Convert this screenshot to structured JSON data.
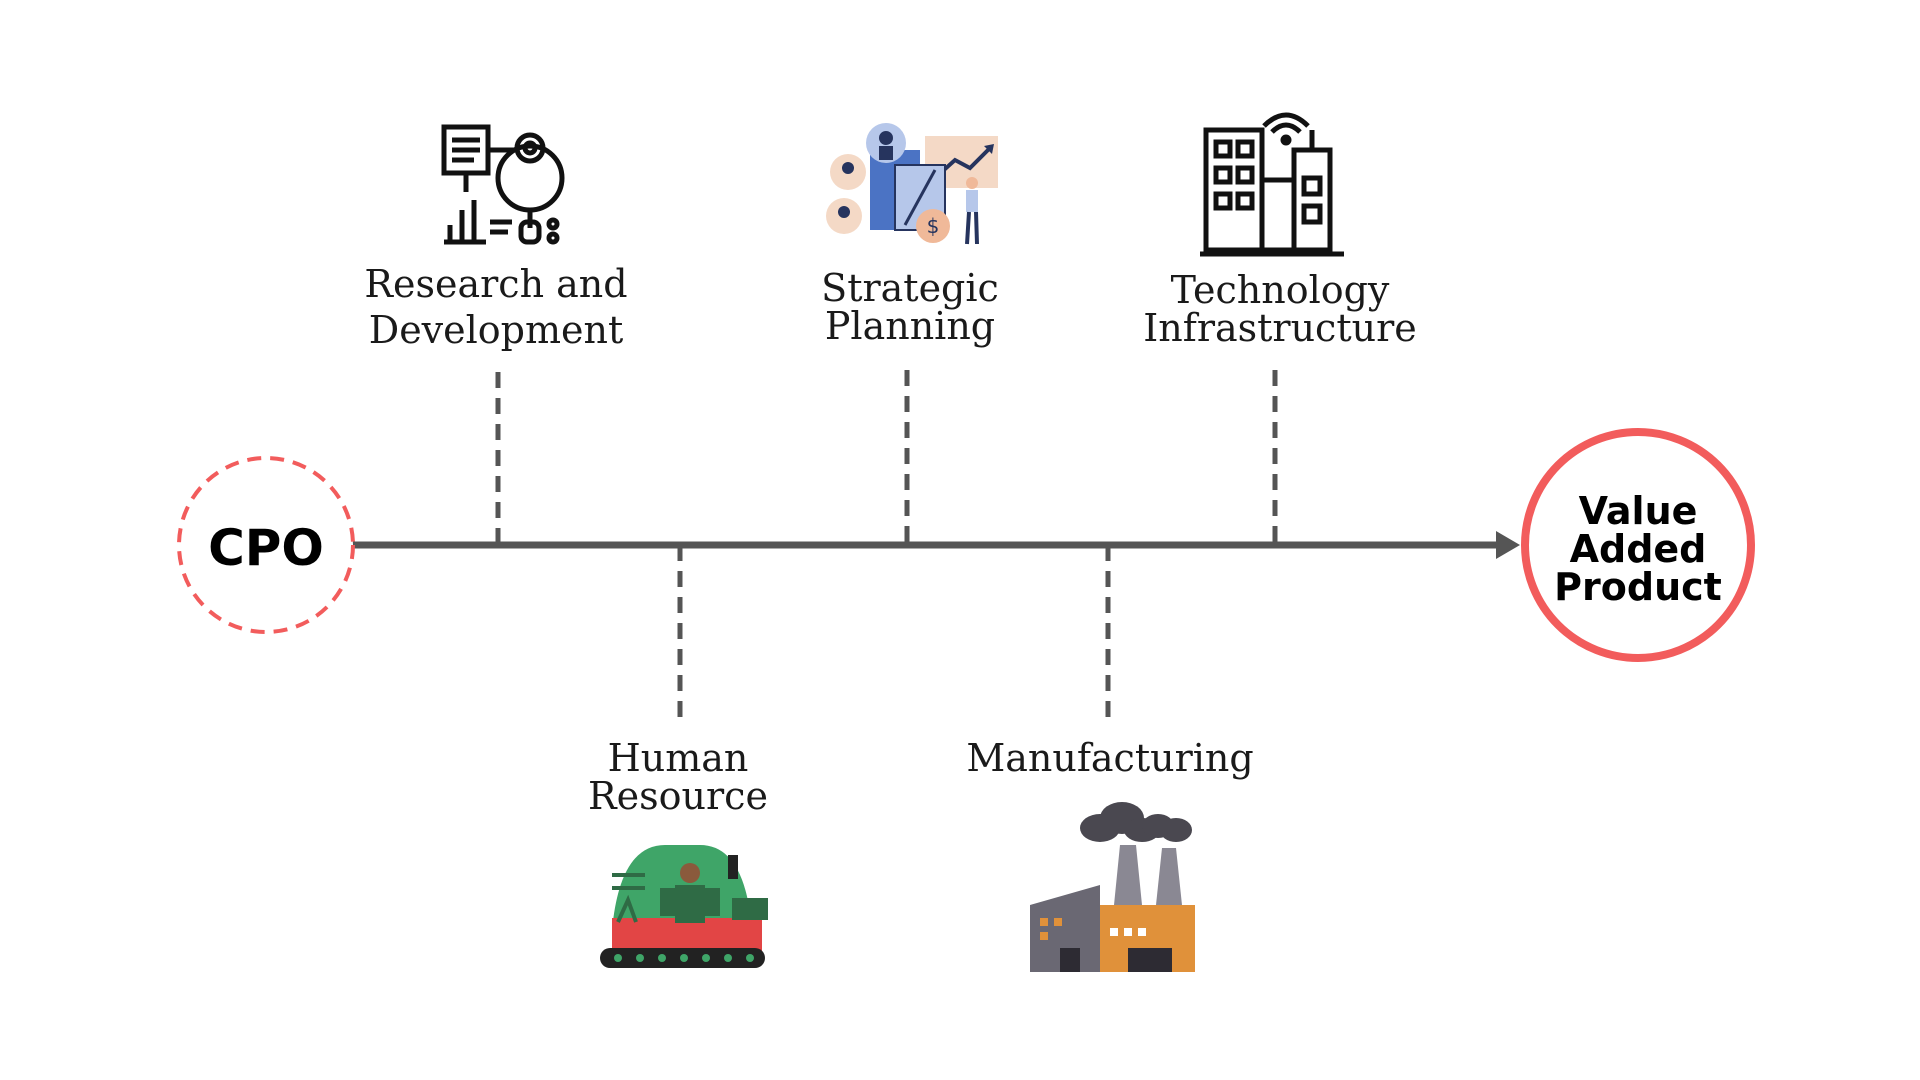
{
  "start_node": {
    "label": "CPO"
  },
  "end_node": {
    "lines": [
      "Value",
      "Added",
      "Product"
    ]
  },
  "branches": [
    {
      "id": "research",
      "lines": [
        "Research and",
        "Development"
      ],
      "icon": "research-gear-magnifier-icon"
    },
    {
      "id": "strategic",
      "lines": [
        "Strategic",
        "Planning"
      ],
      "icon": "business-planning-chart-icon"
    },
    {
      "id": "technology",
      "lines": [
        "Technology",
        "Infrastructure"
      ],
      "icon": "office-buildings-wifi-icon"
    },
    {
      "id": "human",
      "lines": [
        "Human",
        "Resource"
      ],
      "icon": "worker-conveyor-icon"
    },
    {
      "id": "manufacturing",
      "lines": [
        "Manufacturing"
      ],
      "icon": "factory-smokestack-icon"
    }
  ],
  "colors": {
    "line": "#555555",
    "accent": "#f25c5c",
    "factory_orange": "#e0913a",
    "factory_gray": "#6a6873",
    "green": "#3fa568",
    "red": "#e24545"
  }
}
